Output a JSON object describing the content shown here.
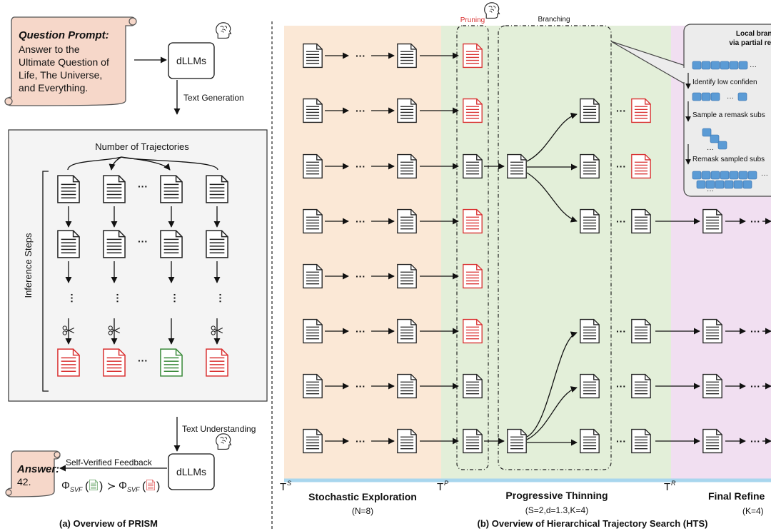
{
  "left_panel": {
    "question_title": "Question Prompt:",
    "question_lines": [
      "Answer to the",
      "Ultimate Question of",
      "Life, The Universe,",
      "and Everything."
    ],
    "dllm_label": "dLLMs",
    "text_generation": "Text Generation",
    "num_trajectories": "Number of Trajectories",
    "inference_steps": "Inference Steps",
    "text_understanding": "Text Understanding",
    "svf_label": "Self-Verified Feedback",
    "answer_title": "Answer:",
    "answer_value": "42.",
    "formula_phi": "Φ",
    "formula_sub": "SVF",
    "formula_gt": "≻",
    "caption": "(a) Overview of PRISM"
  },
  "right_panel": {
    "pruning": "Pruning",
    "branching": "Branching",
    "callout_title_1": "Local branch",
    "callout_title_2": "via partial rema",
    "callout_steps": [
      "Identify low confiden",
      "Sample a remask subs",
      "Remask sampled subs"
    ],
    "ellipsis": "···",
    "t_s": "T",
    "t_s_sup": "S",
    "t_p": "T",
    "t_p_sup": "P",
    "t_r": "T",
    "t_r_sup": "R",
    "stage_1_title": "Stochastic Exploration",
    "stage_1_params": "(N=8)",
    "stage_2_title": "Progressive Thinning",
    "stage_2_params": "(S=2,d=1.3,K=4)",
    "stage_3_title": "Final Refine",
    "stage_3_params": "(K=4)",
    "caption": "(b) Overview of Hierarchical Trajectory Search (HTS)"
  },
  "colors": {
    "exploration_bg": "#fbe8d6",
    "thinning_bg": "#e3efd9",
    "refine_bg": "#f1dff1",
    "pruned_doc": "#d93030",
    "selected_doc": "#3a8a3a",
    "scroll_fill": "#f6d7c9",
    "timeline": "#a8d6ee"
  }
}
